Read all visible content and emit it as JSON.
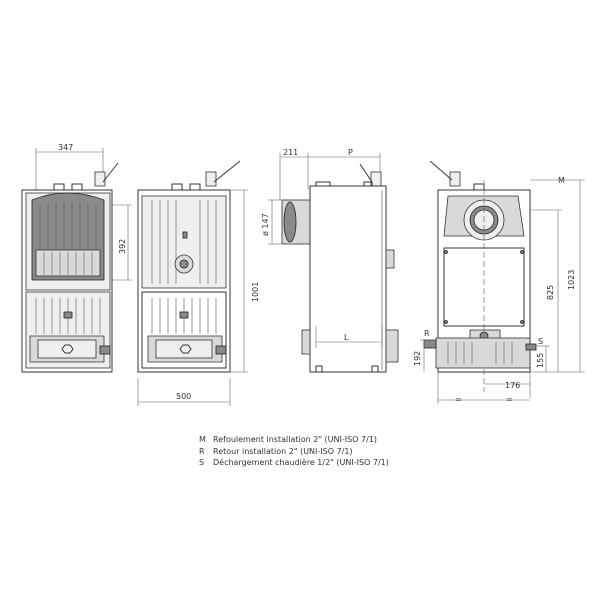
{
  "dimensions": {
    "width_top": "347",
    "door_height": "392",
    "total_height_front": "1001",
    "base_width": "500",
    "flue_offset": "211",
    "depth_label": "P",
    "flue_diameter": "ø 147",
    "leg_label": "L",
    "m_label": "M",
    "r_label": "R",
    "s_label": "S",
    "h_825": "825",
    "h_1023": "1023",
    "h_192": "192",
    "h_155": "155",
    "w_176": "176",
    "eq_left": "=",
    "eq_right": "="
  },
  "legend": [
    {
      "key": "M",
      "text": "Refoulement installation  2\" (UNI-ISO 7/1)"
    },
    {
      "key": "R",
      "text": "Retour installation 2\" (UNI-ISO 7/1)"
    },
    {
      "key": "S",
      "text": "Déchargement chaudière 1/2\" (UNI-ISO 7/1)"
    }
  ]
}
